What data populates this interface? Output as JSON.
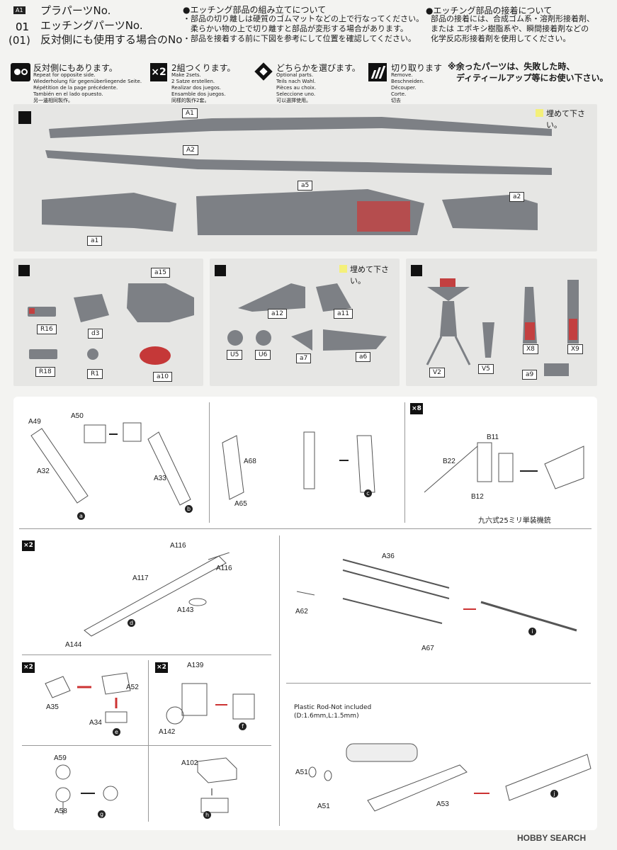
{
  "header": {
    "badge": "A1",
    "col_left": [
      {
        "num": "01",
        "text": "プラパーツNo."
      },
      {
        "num": "01",
        "text": "エッチングパーツNo."
      },
      {
        "num": "(01)",
        "text": "反対側にも使用する場合のNo"
      }
    ],
    "assembly_title": "●エッチング部品の組み立てについて",
    "assembly_lines": [
      "・部品の切り離しは硬質のゴムマットなどの上で行なってください。",
      "　柔らかい物の上で切り離すと部品が変形する場合があります。",
      "・部品を接着する前に下図を参考にして位置を確認してください。"
    ],
    "glue_title": "●エッチング部品の接着について",
    "glue_lines": [
      "部品の接着には、合成ゴム系・溶剤形接着剤、",
      "または エポキシ樹脂系や、瞬間接着剤などの",
      "化学反応形接着剤を使用してください。"
    ]
  },
  "legend": [
    {
      "icon": "●○",
      "title": "反対側にもあります。",
      "lines": [
        "Repeat for opposite side.",
        "Wiederholung für gegenüberliegende Seite.",
        "Répétition de la page précédente.",
        "También en el lado opuesto.",
        "另一邊相同製作。"
      ]
    },
    {
      "icon": "×2",
      "title": "2組つくります。",
      "lines": [
        "Make 2sets.",
        "2 Satze erstellen.",
        "Realizar dos juegos.",
        "Ensamble dos juegos.",
        "同樣的製作2套。"
      ]
    },
    {
      "icon": "◆",
      "title": "どちらかを選びます。",
      "lines": [
        "Optional parts.",
        "Teils nach Wahl.",
        "Pièces au choix.",
        "Seleccione uno.",
        "可以選擇使用。"
      ]
    },
    {
      "icon": "cut",
      "title": "切り取ります",
      "lines": [
        "Remove.",
        "Beschneiden.",
        "Découper.",
        "Corte.",
        "切去"
      ]
    }
  ],
  "leftover_note": [
    "※余ったパーツは、失敗した時、",
    "ディティールアップ等にお使い下さい。"
  ],
  "fill_note": "埋めて下さい。",
  "photo1_labels": [
    "A1",
    "A2",
    "a5",
    "a1",
    "a2"
  ],
  "photo2_labels": [
    "a15",
    "R16",
    "d3",
    "R18",
    "R1",
    "a10"
  ],
  "photo3_labels": [
    "a12",
    "a11",
    "U5",
    "U6",
    "a7",
    "a6"
  ],
  "photo4_labels": [
    "V2",
    "V5",
    "X8",
    "X9",
    "a9"
  ],
  "step1": {
    "labels": [
      "A49",
      "A50",
      "A32",
      "A33"
    ],
    "badges": [
      "a",
      "b"
    ]
  },
  "step2": {
    "labels": [
      "A68",
      "A65"
    ],
    "badge": "c"
  },
  "step3": {
    "mult": "×8",
    "labels": [
      "B11",
      "B22",
      "B12"
    ],
    "caption": "九六式25ミリ単装機銃"
  },
  "step4": {
    "mult": "×2",
    "labels": [
      "A116",
      "A117",
      "A116",
      "A143",
      "A144"
    ],
    "badge": "d"
  },
  "step5": {
    "labels": [
      "A36",
      "A62",
      "A67"
    ],
    "badge": "i"
  },
  "step6": {
    "mult": "×2",
    "labels": [
      "A35",
      "A52",
      "A34"
    ],
    "badge": "e"
  },
  "step7": {
    "mult": "×2",
    "labels": [
      "A139",
      "A142"
    ],
    "badge": "f"
  },
  "step8": {
    "labels": [
      "A59",
      "A58"
    ],
    "badge": "g"
  },
  "step9": {
    "labels": [
      "A102"
    ],
    "badge": "h"
  },
  "step10": {
    "rod_note": [
      "Plastic Rod-Not included",
      "(D:1.6mm,L:1.5mm)"
    ],
    "labels": [
      "A51",
      "A51",
      "A53"
    ],
    "badge": "j"
  },
  "watermark": "HOBBY SEARCH"
}
